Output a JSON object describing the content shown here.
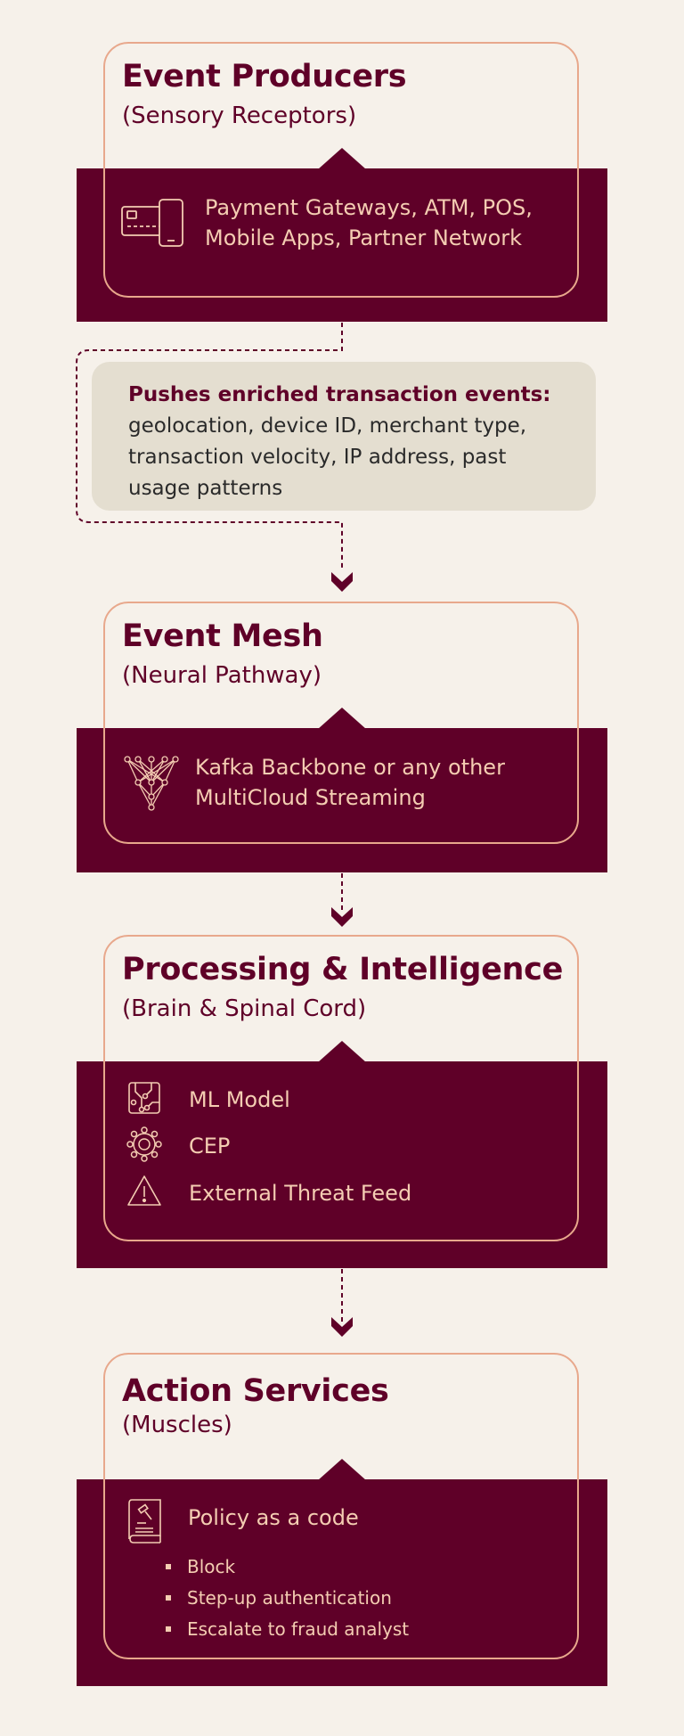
{
  "colors": {
    "background": "#f6f1ea",
    "accent": "#5f0028",
    "outline": "#e8a88c",
    "content_text": "#f4cdb2",
    "note_background": "#e4ded0"
  },
  "producers": {
    "title": "Event Producers",
    "subtitle": "(Sensory Receptors)",
    "line1": "Payment Gateways, ATM, POS,",
    "line2": "Mobile Apps, Partner Network",
    "icon": "card-and-phone-icon"
  },
  "note": {
    "bold": "Pushes enriched transaction events:",
    "line1": "geolocation, device ID, merchant type,",
    "line2": "transaction velocity, IP address, past",
    "line3": "usage patterns"
  },
  "mesh": {
    "title": "Event Mesh",
    "subtitle": "(Neural Pathway)",
    "line1": "Kafka Backbone or any other",
    "line2": "MultiCloud Streaming",
    "icon": "network-mesh-icon"
  },
  "processing": {
    "title": "Processing & Intelligence",
    "subtitle": "(Brain & Spinal Cord)",
    "items": [
      {
        "label": "ML Model",
        "icon": "circuit-icon"
      },
      {
        "label": "CEP",
        "icon": "hub-nodes-icon"
      },
      {
        "label": "External Threat Feed",
        "icon": "warning-icon"
      }
    ]
  },
  "action": {
    "title": "Action Services",
    "subtitle": "(Muscles)",
    "policy": "Policy as a code",
    "icon": "law-book-icon",
    "bullets": [
      "Block",
      "Step-up authentication",
      "Escalate to fraud analyst"
    ]
  }
}
